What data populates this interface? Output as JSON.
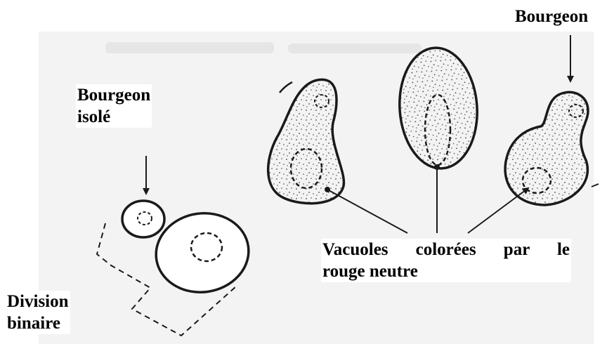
{
  "labels": {
    "bud_top": "Bourgeon",
    "bud_isolated": [
      "Bourgeon",
      "isolé"
    ],
    "vacuoles": [
      "Vacuoles colorées par le",
      "rouge neutre"
    ],
    "binary_division": [
      "Division",
      "binaire"
    ]
  },
  "colors": {
    "ink": "#1a1a1a",
    "paper_scan": "#f3f3f3",
    "label_background": "#ffffff",
    "label_text": "#000000"
  }
}
